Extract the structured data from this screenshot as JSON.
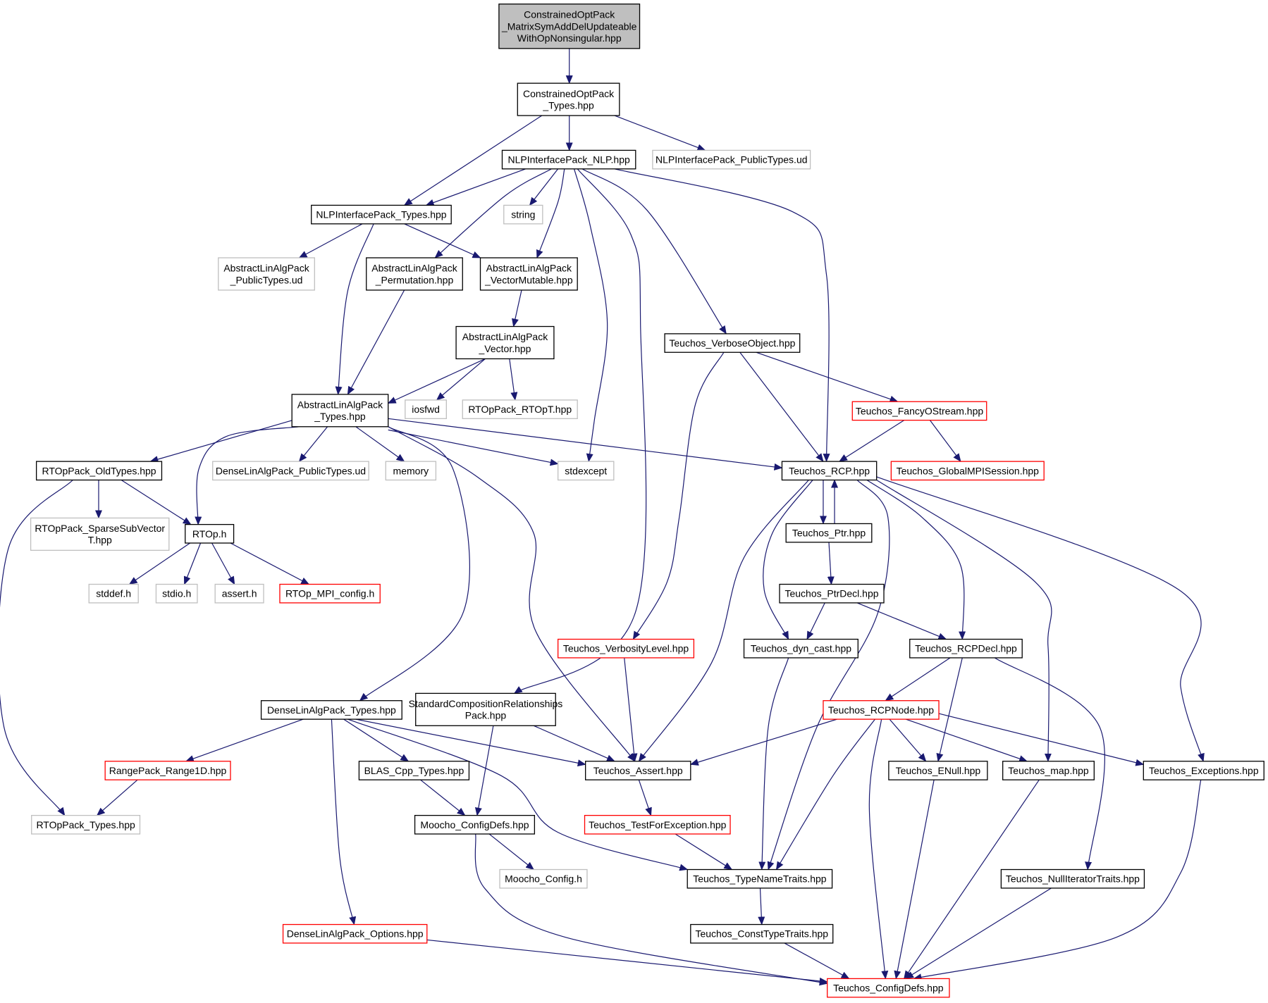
{
  "colors": {
    "edge": "#191970",
    "root_fill": "#bfbfbf",
    "normal_border": "#000000",
    "gray_border": "#bfbfbf",
    "red_border": "#ff0000",
    "text": "#000000"
  },
  "nodes": [
    {
      "id": "root",
      "lines": [
        "ConstrainedOptPack",
        "_MatrixSymAddDelUpdateable",
        "WithOpNonsingular.hpp"
      ],
      "style": "root"
    },
    {
      "id": "cop_types",
      "lines": [
        "ConstrainedOptPack",
        "_Types.hpp"
      ],
      "style": "normal"
    },
    {
      "id": "nlp_nlp",
      "lines": [
        "NLPInterfacePack_NLP.hpp"
      ],
      "style": "normal"
    },
    {
      "id": "nlp_public",
      "lines": [
        "NLPInterfacePack_PublicTypes.ud"
      ],
      "style": "gray"
    },
    {
      "id": "nlp_types",
      "lines": [
        "NLPInterfacePack_Types.hpp"
      ],
      "style": "normal"
    },
    {
      "id": "string",
      "lines": [
        "string"
      ],
      "style": "gray"
    },
    {
      "id": "ala_public",
      "lines": [
        "AbstractLinAlgPack",
        "_PublicTypes.ud"
      ],
      "style": "gray"
    },
    {
      "id": "ala_perm",
      "lines": [
        "AbstractLinAlgPack",
        "_Permutation.hpp"
      ],
      "style": "normal"
    },
    {
      "id": "ala_vecmut",
      "lines": [
        "AbstractLinAlgPack",
        "_VectorMutable.hpp"
      ],
      "style": "normal"
    },
    {
      "id": "ala_vec",
      "lines": [
        "AbstractLinAlgPack",
        "_Vector.hpp"
      ],
      "style": "normal"
    },
    {
      "id": "verbose",
      "lines": [
        "Teuchos_VerboseObject.hpp"
      ],
      "style": "normal"
    },
    {
      "id": "ala_types",
      "lines": [
        "AbstractLinAlgPack",
        "_Types.hpp"
      ],
      "style": "normal"
    },
    {
      "id": "iosfwd",
      "lines": [
        "iosfwd"
      ],
      "style": "gray"
    },
    {
      "id": "rtop_rtopt",
      "lines": [
        "RTOpPack_RTOpT.hpp"
      ],
      "style": "gray"
    },
    {
      "id": "fancy",
      "lines": [
        "Teuchos_FancyOStream.hpp"
      ],
      "style": "red"
    },
    {
      "id": "rtop_old",
      "lines": [
        "RTOpPack_OldTypes.hpp"
      ],
      "style": "normal"
    },
    {
      "id": "dla_public",
      "lines": [
        "DenseLinAlgPack_PublicTypes.ud"
      ],
      "style": "gray"
    },
    {
      "id": "memory",
      "lines": [
        "memory"
      ],
      "style": "gray"
    },
    {
      "id": "stdexcept",
      "lines": [
        "stdexcept"
      ],
      "style": "gray"
    },
    {
      "id": "rcp",
      "lines": [
        "Teuchos_RCP.hpp"
      ],
      "style": "normal"
    },
    {
      "id": "globalmpi",
      "lines": [
        "Teuchos_GlobalMPISession.hpp"
      ],
      "style": "red"
    },
    {
      "id": "sparse",
      "lines": [
        "RTOpPack_SparseSubVector",
        "T.hpp"
      ],
      "style": "gray"
    },
    {
      "id": "rtoph",
      "lines": [
        "RTOp.h"
      ],
      "style": "normal"
    },
    {
      "id": "ptr",
      "lines": [
        "Teuchos_Ptr.hpp"
      ],
      "style": "normal"
    },
    {
      "id": "stddef",
      "lines": [
        "stddef.h"
      ],
      "style": "gray"
    },
    {
      "id": "stdio",
      "lines": [
        "stdio.h"
      ],
      "style": "gray"
    },
    {
      "id": "assert",
      "lines": [
        "assert.h"
      ],
      "style": "gray"
    },
    {
      "id": "rtop_mpi",
      "lines": [
        "RTOp_MPI_config.h"
      ],
      "style": "red"
    },
    {
      "id": "ptrdecl",
      "lines": [
        "Teuchos_PtrDecl.hpp"
      ],
      "style": "normal"
    },
    {
      "id": "verbosity",
      "lines": [
        "Teuchos_VerbosityLevel.hpp"
      ],
      "style": "red"
    },
    {
      "id": "dyncast",
      "lines": [
        "Teuchos_dyn_cast.hpp"
      ],
      "style": "normal"
    },
    {
      "id": "rcpdecl",
      "lines": [
        "Teuchos_RCPDecl.hpp"
      ],
      "style": "normal"
    },
    {
      "id": "dla_types",
      "lines": [
        "DenseLinAlgPack_Types.hpp"
      ],
      "style": "normal"
    },
    {
      "id": "stdcomp",
      "lines": [
        "StandardCompositionRelationships",
        "Pack.hpp"
      ],
      "style": "normal"
    },
    {
      "id": "rcpnode",
      "lines": [
        "Teuchos_RCPNode.hpp"
      ],
      "style": "red"
    },
    {
      "id": "range1d",
      "lines": [
        "RangePack_Range1D.hpp"
      ],
      "style": "red"
    },
    {
      "id": "blas",
      "lines": [
        "BLAS_Cpp_Types.hpp"
      ],
      "style": "normal"
    },
    {
      "id": "tassert",
      "lines": [
        "Teuchos_Assert.hpp"
      ],
      "style": "normal"
    },
    {
      "id": "enull",
      "lines": [
        "Teuchos_ENull.hpp"
      ],
      "style": "normal"
    },
    {
      "id": "tmap",
      "lines": [
        "Teuchos_map.hpp"
      ],
      "style": "normal"
    },
    {
      "id": "texc",
      "lines": [
        "Teuchos_Exceptions.hpp"
      ],
      "style": "normal"
    },
    {
      "id": "rtop_types",
      "lines": [
        "RTOpPack_Types.hpp"
      ],
      "style": "gray"
    },
    {
      "id": "moocho_cfgdefs",
      "lines": [
        "Moocho_ConfigDefs.hpp"
      ],
      "style": "normal"
    },
    {
      "id": "testexc",
      "lines": [
        "Teuchos_TestForException.hpp"
      ],
      "style": "red"
    },
    {
      "id": "moocho_cfg",
      "lines": [
        "Moocho_Config.h"
      ],
      "style": "gray"
    },
    {
      "id": "typename",
      "lines": [
        "Teuchos_TypeNameTraits.hpp"
      ],
      "style": "normal"
    },
    {
      "id": "nulliter",
      "lines": [
        "Teuchos_NullIteratorTraits.hpp"
      ],
      "style": "normal"
    },
    {
      "id": "dla_options",
      "lines": [
        "DenseLinAlgPack_Options.hpp"
      ],
      "style": "red"
    },
    {
      "id": "consttype",
      "lines": [
        "Teuchos_ConstTypeTraits.hpp"
      ],
      "style": "normal"
    },
    {
      "id": "cfgdefs",
      "lines": [
        "Teuchos_ConfigDefs.hpp"
      ],
      "style": "red"
    }
  ]
}
